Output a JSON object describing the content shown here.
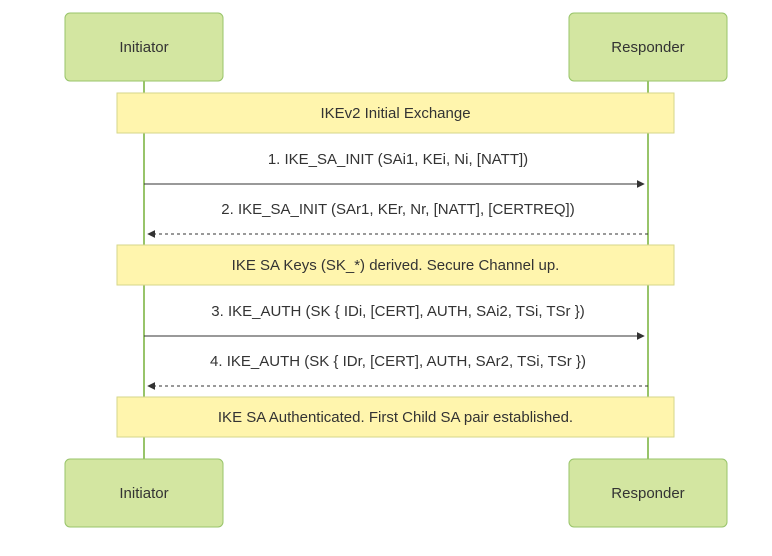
{
  "diagram": {
    "type": "sequence",
    "colors": {
      "actor_fill": "#d3e6a1",
      "actor_stroke": "#98c46a",
      "note_fill": "#fff5ad",
      "note_stroke": "#d6d68a",
      "line": "#333333",
      "text": "#333333"
    },
    "participants": [
      "Initiator",
      "Responder"
    ],
    "steps": [
      {
        "kind": "note",
        "text": "IKEv2 Initial Exchange"
      },
      {
        "kind": "message",
        "from": 0,
        "to": 1,
        "style": "solid",
        "text": "1. IKE_SA_INIT (SAi1, KEi, Ni, [NATT])"
      },
      {
        "kind": "message",
        "from": 1,
        "to": 0,
        "style": "dashed",
        "text": "2. IKE_SA_INIT (SAr1, KEr, Nr, [NATT], [CERTREQ])"
      },
      {
        "kind": "note",
        "text": "IKE SA Keys (SK_*) derived. Secure Channel up."
      },
      {
        "kind": "message",
        "from": 0,
        "to": 1,
        "style": "solid",
        "text": "3. IKE_AUTH (SK { IDi, [CERT], AUTH, SAi2, TSi, TSr })"
      },
      {
        "kind": "message",
        "from": 1,
        "to": 0,
        "style": "dashed",
        "text": "4. IKE_AUTH (SK { IDr, [CERT], AUTH, SAr2, TSi, TSr })"
      },
      {
        "kind": "note",
        "text": "IKE SA Authenticated. First Child SA pair established."
      }
    ]
  }
}
